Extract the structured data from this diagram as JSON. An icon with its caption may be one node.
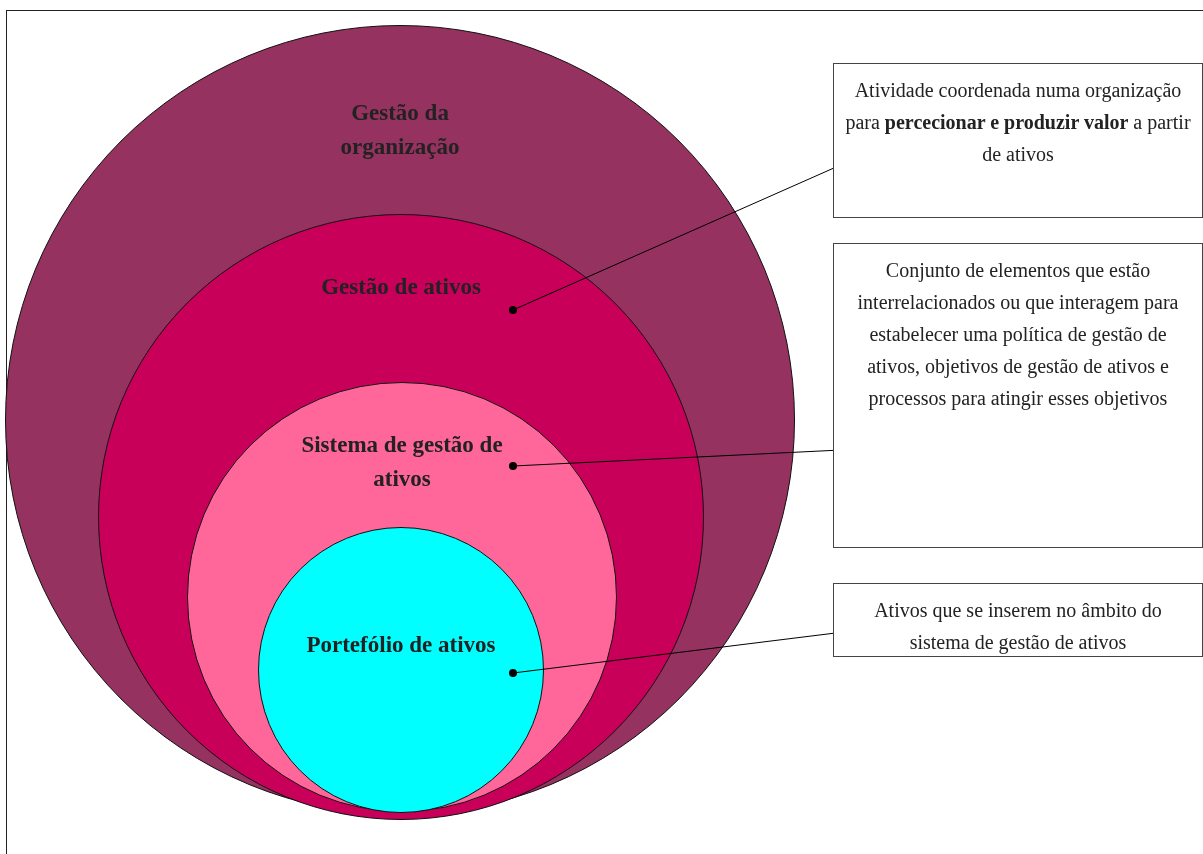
{
  "diagram": {
    "nodes": [
      {
        "text": [
          "Gestão da organização"
        ]
      },
      {
        "text": [
          "Gestão de ativos"
        ],
        "in": 0
      },
      {
        "text": [
          "Sistema de gestão de ativos"
        ],
        "in": 1
      },
      {
        "text": [
          "Portefólio de ativos"
        ],
        "in": 2
      },
      {
        "text": [
          "Atividade coordenada numa organização para **percecionar e produzir valor** a partir de ativos"
        ]
      },
      {
        "text": [
          "Conjunto de elementos que estão interrelacionados ou que interagem para estabelecer uma política de gestão de ativos, objetivos de gestão de ativos e processos para atingir esses objetivos"
        ]
      },
      {
        "text": [
          "Ativos que se inserem no âmbito do sistema de gestão de ativos"
        ]
      }
    ],
    "edges": [
      {
        "from": 4,
        "to": 1,
        "arrow": "other"
      },
      {
        "from": 5,
        "to": 2,
        "arrow": "other"
      },
      {
        "from": 6,
        "to": 3,
        "arrow": "other"
      }
    ]
  }
}
